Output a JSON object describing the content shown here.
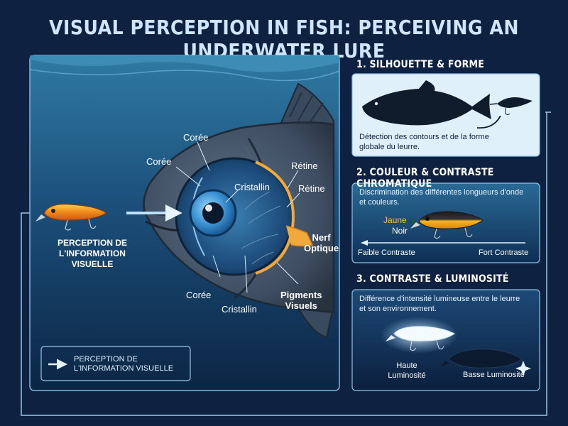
{
  "title": "VISUAL PERCEPTION IN FISH: PERCEIVING AN UNDERWATER LURE",
  "colors": {
    "background": "#0e2140",
    "water_top": "#2a6a92",
    "water_bottom": "#0d2848",
    "panel_light": "#dff0fb",
    "nerve": "#f2a93b",
    "accent_yellow": "#f4c542",
    "arrow": "#bfe3ff"
  },
  "left_panel": {
    "lure_caption": "PERCEPTION DE\nL'INFORMATION VISUELLE",
    "eye_labels": {
      "coree_top": "Corée",
      "coree_left": "Corée",
      "cristallin_top": "Cristallin",
      "retine_1": "Rétine",
      "retine_2": "Rétine",
      "nerf_optique": "Nerf\nOptique",
      "coree_bottom": "Corée",
      "cristallin_bottom": "Cristallin",
      "pigments_visuels": "Pigments\nVisuels"
    },
    "legend_text": "PERCEPTION DE\nL'INFORMATION VISUELLE"
  },
  "sections": [
    {
      "title": "1. SILHOUETTE & FORME",
      "description": "Détection des contours et de la forme\nglobale du leurre."
    },
    {
      "title": "2. COULEUR & CONTRASTE CHROMATIQUE",
      "description": "Discrimination des différentes longueurs d'onde\net couleurs.",
      "color_yellow": "Jaune",
      "color_black": "Noir",
      "scale_low": "Faible Contraste",
      "scale_high": "Fort Contraste"
    },
    {
      "title": "3. CONTRASTE & LUMINOSITÉ",
      "description": "Différence d'intensité lumineuse entre le leurre\net son environnement.",
      "high_label": "Haute\nLuminosité",
      "low_label": "Basse Luminosité"
    }
  ],
  "icons": {
    "flow_arrow": "arrow-right-icon",
    "sparkle": "sparkle-icon"
  }
}
